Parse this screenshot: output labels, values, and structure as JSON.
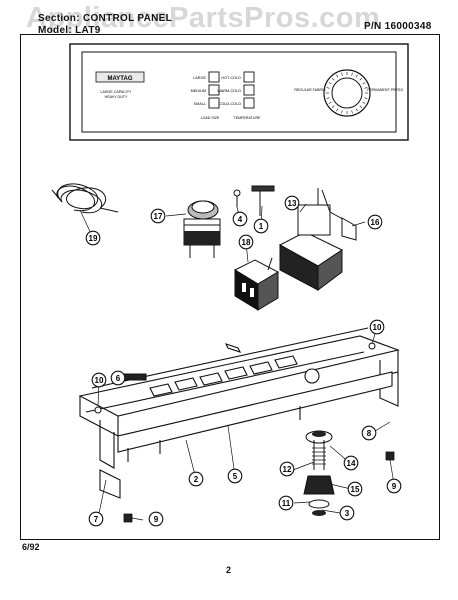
{
  "header": {
    "section_label": "Section:",
    "section_value": "CONTROL PANEL",
    "model_label": "Model:",
    "model_value": "LAT9",
    "part_label": "P/N",
    "part_value": "16000348"
  },
  "watermark": "AppliancePartsPros.com",
  "panel": {
    "brand": "MAYTAG",
    "capacity_line1": "LARGE CAPACITY",
    "capacity_line2": "HEAVY DUTY",
    "size_buttons": [
      "LARGE",
      "MEDIUM",
      "SMALL"
    ],
    "temp_buttons": [
      "HOT-COLD",
      "WARM-COLD",
      "COLD-COLD"
    ],
    "label_load_size": "LOAD SIZE",
    "label_temperature": "TEMPERATURE",
    "dial_left_label": "REGULAR FABRIC",
    "dial_right_label": "PERMANENT PRESS"
  },
  "callouts": [
    "1",
    "2",
    "3",
    "4",
    "5",
    "6",
    "7",
    "8",
    "9",
    "9",
    "10",
    "10",
    "11",
    "12",
    "13",
    "14",
    "15",
    "16",
    "17",
    "18",
    "19"
  ],
  "footer": {
    "date": "6/92",
    "page": "2"
  }
}
